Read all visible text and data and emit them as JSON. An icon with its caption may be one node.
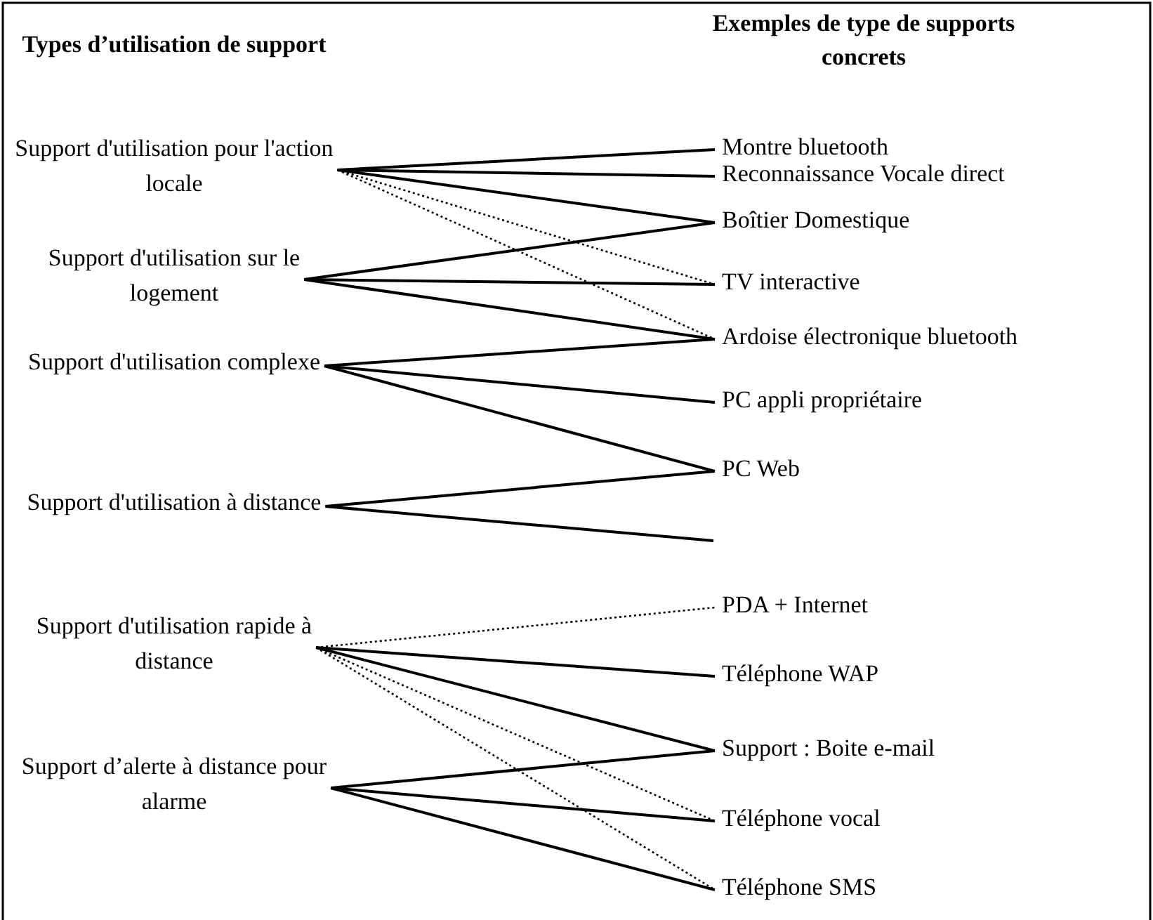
{
  "diagram": {
    "nodes": [
      {
        "text": [
          "Support d'utilisation pour l'action locale"
        ]
      },
      {
        "text": [
          "Support d'utilisation sur le logement"
        ]
      },
      {
        "text": [
          "Support d'utilisation complexe"
        ]
      },
      {
        "text": [
          "Support d'utilisation à distance"
        ]
      },
      {
        "text": [
          "Support d'utilisation rapide à distance"
        ]
      },
      {
        "text": [
          "Support d’alerte à distance pour alarme"
        ]
      },
      {
        "text": [
          "Montre bluetooth"
        ]
      },
      {
        "text": [
          "Reconnaissance Vocale direct"
        ]
      },
      {
        "text": [
          "Boîtier Domestique"
        ]
      },
      {
        "text": [
          "TV interactive"
        ]
      },
      {
        "text": [
          "Ardoise électronique bluetooth"
        ]
      },
      {
        "text": [
          "PC appli propriétaire"
        ]
      },
      {
        "text": [
          "PC Web"
        ]
      },
      {
        "text": [
          "PDA + Internet"
        ]
      },
      {
        "text": [
          "Téléphone WAP"
        ]
      },
      {
        "text": [
          "Support : Boite e-mail"
        ]
      },
      {
        "text": [
          "Téléphone vocal"
        ]
      },
      {
        "text": [
          "Téléphone SMS"
        ]
      }
    ],
    "edges": [
      {
        "from": 0,
        "to": 6,
        "arrow": "none"
      },
      {
        "from": 0,
        "to": 7,
        "arrow": "none"
      },
      {
        "from": 0,
        "to": 8,
        "arrow": "none"
      },
      {
        "from": 0,
        "to": 9,
        "arrow": "none",
        "style": "dashed"
      },
      {
        "from": 0,
        "to": 10,
        "arrow": "none",
        "style": "dashed"
      },
      {
        "from": 1,
        "to": 8,
        "arrow": "none"
      },
      {
        "from": 1,
        "to": 9,
        "arrow": "none"
      },
      {
        "from": 1,
        "to": 10,
        "arrow": "none"
      },
      {
        "from": 2,
        "to": 10,
        "arrow": "none"
      },
      {
        "from": 2,
        "to": 11,
        "arrow": "none"
      },
      {
        "from": 2,
        "to": 12,
        "arrow": "none"
      },
      {
        "from": 3,
        "to": 12,
        "arrow": "none"
      },
      {
        "from": 3,
        "to": null,
        "arrow": "none"
      },
      {
        "from": 4,
        "to": 13,
        "arrow": "none",
        "style": "dashed"
      },
      {
        "from": 4,
        "to": 14,
        "arrow": "none"
      },
      {
        "from": 4,
        "to": 15,
        "arrow": "none"
      },
      {
        "from": 4,
        "to": 16,
        "arrow": "none",
        "style": "dashed"
      },
      {
        "from": 4,
        "to": 17,
        "arrow": "none",
        "style": "dashed"
      },
      {
        "from": 5,
        "to": 15,
        "arrow": "none"
      },
      {
        "from": 5,
        "to": 16,
        "arrow": "none"
      },
      {
        "from": 5,
        "to": 17,
        "arrow": "none"
      }
    ],
    "labels": [
      "Types d’utilisation de support",
      "Exemples de type de supports concrets"
    ]
  }
}
